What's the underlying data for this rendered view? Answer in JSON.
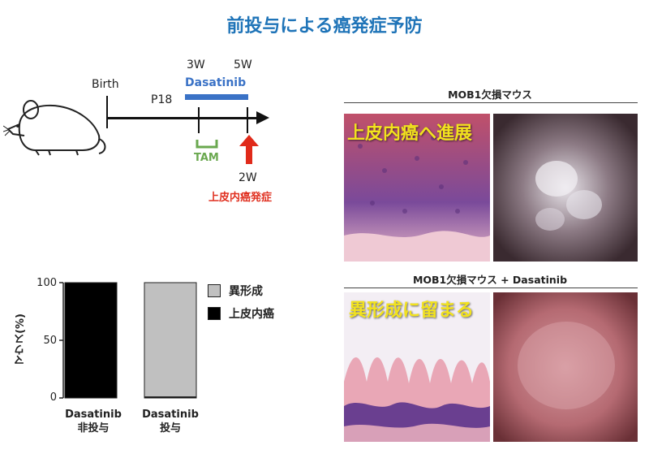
{
  "title": "前投与による癌発症予防",
  "timeline": {
    "birth": "Birth",
    "p18": "P18",
    "w3": "3W",
    "w5": "5W",
    "drug": "Dasatinib",
    "tam": "TAM",
    "w2": "2W",
    "onset": "上皮内癌発症",
    "colors": {
      "drug": "#3a72c6",
      "tam": "#6aa84f",
      "onset": "#e03020"
    }
  },
  "panels": [
    {
      "header": "MOB1欠損マウス",
      "overlay": "上皮内癌へ進展"
    },
    {
      "header": "MOB1欠損マウス + Dasatinib",
      "overlay": "異形成に留まる"
    }
  ],
  "chart_data": {
    "type": "bar",
    "ylabel": "マウス(%)",
    "ylim": [
      0,
      100
    ],
    "yticks": [
      "0",
      "50",
      "100"
    ],
    "categories": [
      {
        "line1": "Dasatinib",
        "line2": "非投与"
      },
      {
        "line1": "Dasatinib",
        "line2": "投与"
      }
    ],
    "series": [
      {
        "name": "上皮内癌",
        "color": "#000000",
        "values": [
          100,
          1
        ]
      },
      {
        "name": "異形成",
        "color": "#c0c0c0",
        "values": [
          0,
          99
        ]
      }
    ],
    "legend_position": "right",
    "legend": [
      {
        "label": "異形成",
        "color": "#c0c0c0"
      },
      {
        "label": "上皮内癌",
        "color": "#000000"
      }
    ]
  }
}
